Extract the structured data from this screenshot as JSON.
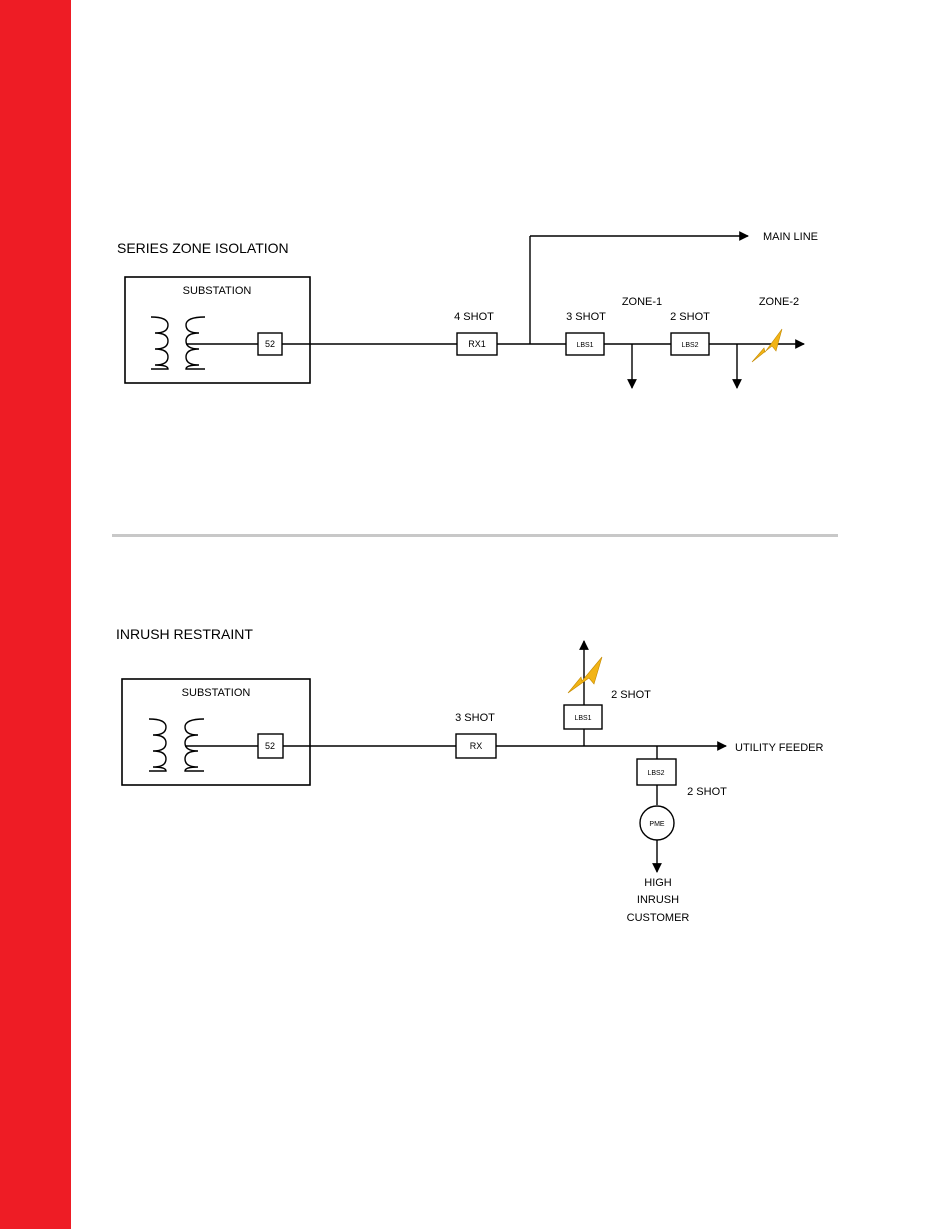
{
  "colors": {
    "side_bar": "#ee1c25",
    "fault": "#f2b416",
    "divider": "#c8c8c8"
  },
  "series": {
    "title": "SERIES ZONE ISOLATION",
    "substation": "SUBSTATION",
    "breaker": "52",
    "rx_shot": "4 SHOT",
    "rx": "RX1",
    "lbs1_shot": "3 SHOT",
    "lbs1": "LBS1",
    "zone1": "ZONE-1",
    "lbs2_shot": "2 SHOT",
    "lbs2": "LBS2",
    "zone2": "ZONE-2",
    "main_line": "MAIN LINE"
  },
  "inrush": {
    "title": "INRUSH RESTRAINT",
    "substation": "SUBSTATION",
    "breaker": "52",
    "rx_shot": "3 SHOT",
    "rx": "RX",
    "lbs1": "LBS1",
    "lbs1_shot": "2 SHOT",
    "feeder": "UTILITY FEEDER",
    "lbs2": "LBS2",
    "lbs2_shot": "2 SHOT",
    "pme": "PME",
    "customer_line1": "HIGH",
    "customer_line2": "INRUSH",
    "customer_line3": "CUSTOMER"
  }
}
